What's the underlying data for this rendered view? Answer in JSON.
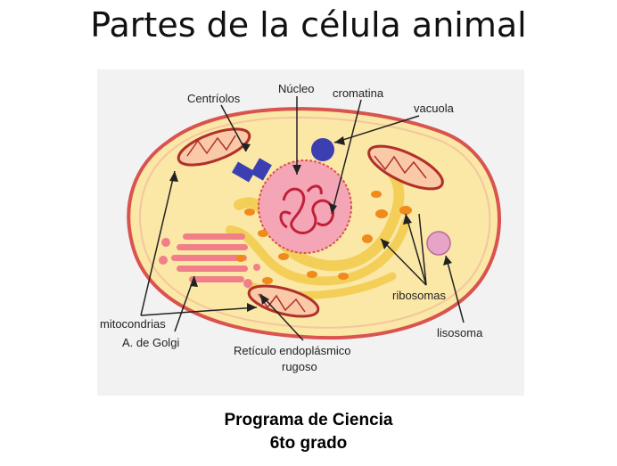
{
  "title": "Partes de la célula animal",
  "labels": {
    "centriolos": "Centríolos",
    "nucleo": "Núcleo",
    "cromatina": "cromatina",
    "vacuola": "vacuola",
    "ribosomas": "ribosomas",
    "lisosoma": "lisosoma",
    "mitocondrias": "mitocondrias",
    "golgi": "A. de Golgi",
    "reticulo_line1": "Retículo endoplásmico",
    "reticulo_line2": "rugoso"
  },
  "footer": {
    "line1": "Programa de Ciencia",
    "line2": "6to grado"
  },
  "colors": {
    "membrane_outer": "#d9534f",
    "cytoplasm": "#fbe7a6",
    "nucleus": "#f4a6b6",
    "golgi": "#f07f8a",
    "ribosome": "#f08a1a",
    "vacuole": "#3b3fb2",
    "lysosome": "#e7a3c8"
  }
}
